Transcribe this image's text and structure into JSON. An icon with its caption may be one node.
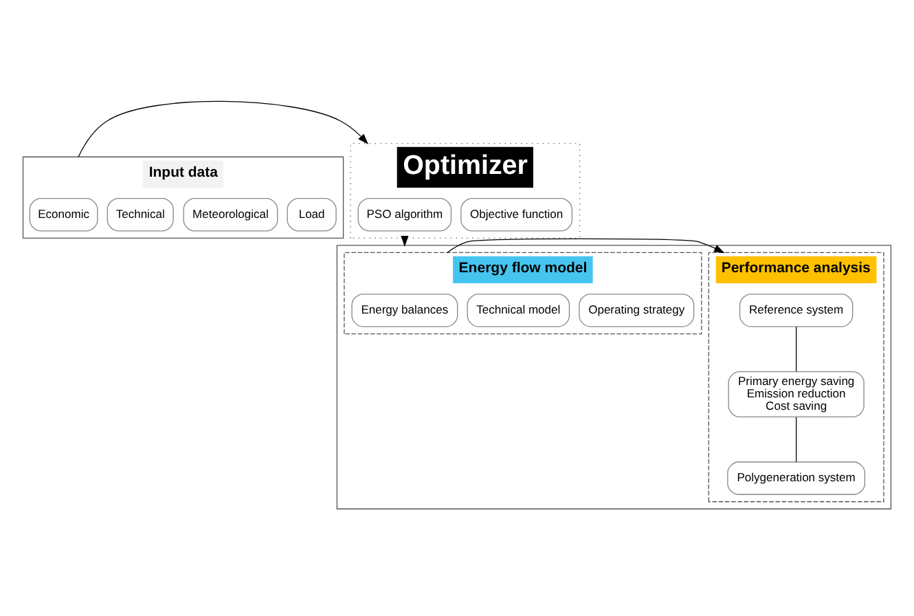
{
  "diagram": {
    "nodes": [
      {
        "text": [
          "Input data"
        ]
      },
      {
        "text": [
          "Economic"
        ],
        "in": 0
      },
      {
        "text": [
          "Technical"
        ],
        "in": 0
      },
      {
        "text": [
          "Meteorological"
        ],
        "in": 0
      },
      {
        "text": [
          "Load"
        ],
        "in": 0
      },
      {
        "text": [
          "Optimizer"
        ]
      },
      {
        "text": [
          "PSO algorithm"
        ],
        "in": 5
      },
      {
        "text": [
          "Objective function"
        ],
        "in": 5
      },
      {
        "text": [],
        "shape": "box"
      },
      {
        "text": [
          "Energy flow model"
        ],
        "in": 8
      },
      {
        "text": [
          "Energy balances"
        ],
        "in": 9
      },
      {
        "text": [
          "Technical model"
        ],
        "in": 9
      },
      {
        "text": [
          "Operating strategy"
        ],
        "in": 9
      },
      {
        "text": [
          "Performance analysis"
        ],
        "in": 8
      },
      {
        "text": [
          "Reference system"
        ],
        "in": 13
      },
      {
        "text": [
          "Primary energy saving",
          "Emission reduction",
          "Cost saving"
        ],
        "in": 13
      },
      {
        "text": [
          "Polygeneration system"
        ],
        "in": 13
      }
    ],
    "edges": [
      {
        "from": 0,
        "to": 5,
        "arrow": "to"
      },
      {
        "from": 5,
        "to": 8,
        "arrow": "to"
      },
      {
        "from": 9,
        "to": 13,
        "arrow": "to"
      },
      {
        "from": 14,
        "to": 15,
        "arrow": "none"
      },
      {
        "from": 15,
        "to": 16,
        "arrow": "none"
      }
    ]
  }
}
